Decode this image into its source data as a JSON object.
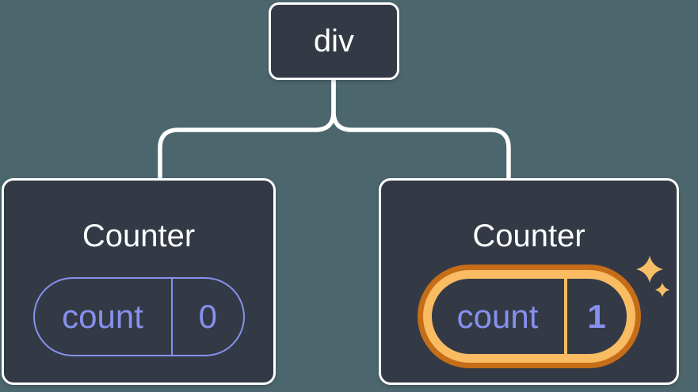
{
  "tree": {
    "root": {
      "label": "div"
    },
    "children": [
      {
        "title": "Counter",
        "state": {
          "name": "count",
          "value": "0"
        },
        "highlighted": false
      },
      {
        "title": "Counter",
        "state": {
          "name": "count",
          "value": "1"
        },
        "highlighted": true
      }
    ]
  },
  "icons": {
    "sparkles": "sparkles-icon"
  },
  "colors": {
    "background": "#4C666D",
    "node_fill": "#333A46",
    "node_border": "#FFFFFF",
    "connector": "#FFFFFF",
    "text_primary": "#FFFFFF",
    "state_accent": "#8790EC",
    "highlight_dark": "#C66D18",
    "highlight_light": "#F9BC63",
    "sparkle": "#F7BE68"
  }
}
